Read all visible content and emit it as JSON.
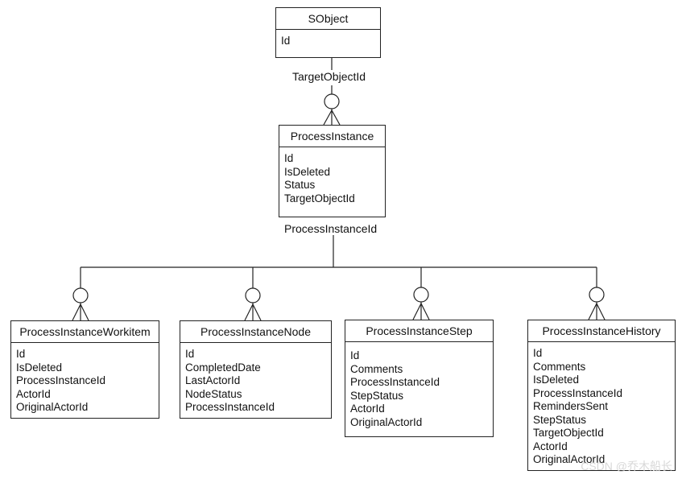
{
  "entities": {
    "sobject": {
      "title": "SObject",
      "fields": [
        "Id"
      ]
    },
    "process_instance": {
      "title": "ProcessInstance",
      "fields": [
        "Id",
        "IsDeleted",
        "Status",
        "TargetObjectId"
      ]
    },
    "workitem": {
      "title": "ProcessInstanceWorkitem",
      "fields": [
        "Id",
        "IsDeleted",
        "ProcessInstanceId",
        "ActorId",
        "OriginalActorId"
      ]
    },
    "node": {
      "title": "ProcessInstanceNode",
      "fields": [
        "Id",
        "CompletedDate",
        "LastActorId",
        "NodeStatus",
        "ProcessInstanceId"
      ]
    },
    "step": {
      "title": "ProcessInstanceStep",
      "fields": [
        "Id",
        "Comments",
        "ProcessInstanceId",
        "StepStatus",
        "ActorId",
        "OriginalActorId"
      ]
    },
    "history": {
      "title": "ProcessInstanceHistory",
      "fields": [
        "Id",
        "Comments",
        "IsDeleted",
        "ProcessInstanceId",
        "RemindersSent",
        "StepStatus",
        "TargetObjectId",
        "ActorId",
        "OriginalActorId"
      ]
    }
  },
  "relationships": {
    "sobject_to_instance": "TargetObjectId",
    "instance_to_children": "ProcessInstanceId"
  },
  "watermark": "CSDN @乔木船长"
}
